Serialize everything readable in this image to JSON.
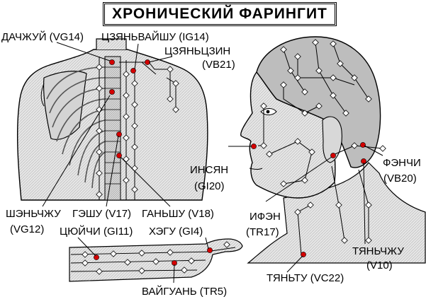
{
  "title": "ХРОНИЧЕСКИЙ ФАРИНГИТ",
  "labels": {
    "dachzhui": "ДАЧЖУЙ (VG14)",
    "tszyanvaishu": "ЦЗЯНЬВАЙШУ (IG14)",
    "tszyantszin": "ЦЗЯНЬЦЗИН",
    "tszyantszin_code": "(VB21)",
    "insyan": "ИНСЯН",
    "insyan_code": "(GI20)",
    "fenchi": "ФЭНЧИ",
    "fenchi_code": "(VB20)",
    "shenchzhu": "ШЭНЬЧЖУ",
    "shenchzhu_code": "(VG12)",
    "geshu": "ГЭШУ (V17)",
    "ganshu": "ГАНЬШУ (V18)",
    "ifen": "ИФЭН",
    "ifen_code": "(TR17)",
    "tyanchzhu": "ТЯНЬЧЖУ",
    "tyanchzhu_code": "(V10)",
    "tsyuichi": "ЦЮЙЧИ (GI11)",
    "hegu": "ХЭГУ (GI4)",
    "tyantu": "ТЯНЬТУ (VC22)",
    "vaiguan": "ВАЙГУАНЬ (TR5)"
  },
  "colors": {
    "point_red": "#d40000",
    "body_grey": "#e2e2e2",
    "line": "#000000"
  }
}
